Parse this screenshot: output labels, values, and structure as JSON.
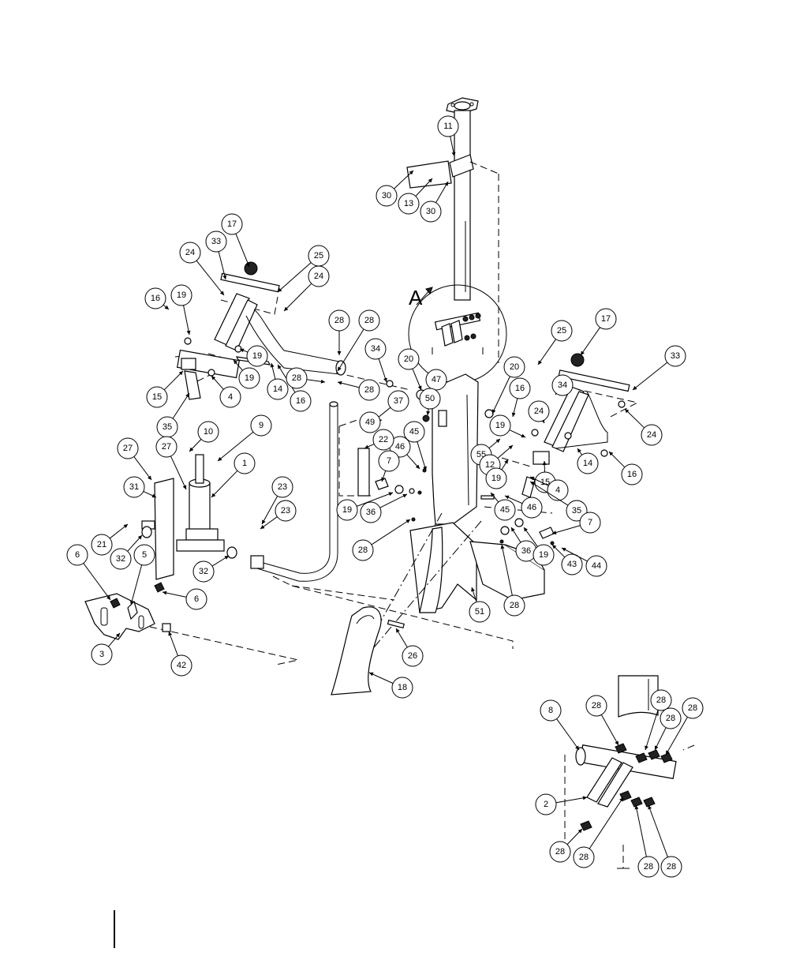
{
  "diagram": {
    "detail_label": "A",
    "callouts": [
      "11",
      "30",
      "13",
      "30",
      "17",
      "33",
      "24",
      "25",
      "24",
      "16",
      "19",
      "28",
      "28",
      "34",
      "20",
      "47",
      "50",
      "15",
      "4",
      "19",
      "19",
      "14",
      "16",
      "28",
      "28",
      "35",
      "37",
      "49",
      "45",
      "46",
      "22",
      "10",
      "9",
      "27",
      "27",
      "31",
      "1",
      "7",
      "19",
      "36",
      "23",
      "23",
      "21",
      "32",
      "32",
      "6",
      "5",
      "6",
      "3",
      "42",
      "18",
      "26",
      "51",
      "28",
      "28",
      "17",
      "25",
      "33",
      "20",
      "16",
      "34",
      "24",
      "24",
      "19",
      "55",
      "12",
      "19",
      "14",
      "15",
      "16",
      "4",
      "35",
      "45",
      "46",
      "7",
      "36",
      "19",
      "43",
      "44",
      "8",
      "28",
      "28",
      "28",
      "28",
      "2",
      "28",
      "28",
      "28",
      "28"
    ]
  }
}
